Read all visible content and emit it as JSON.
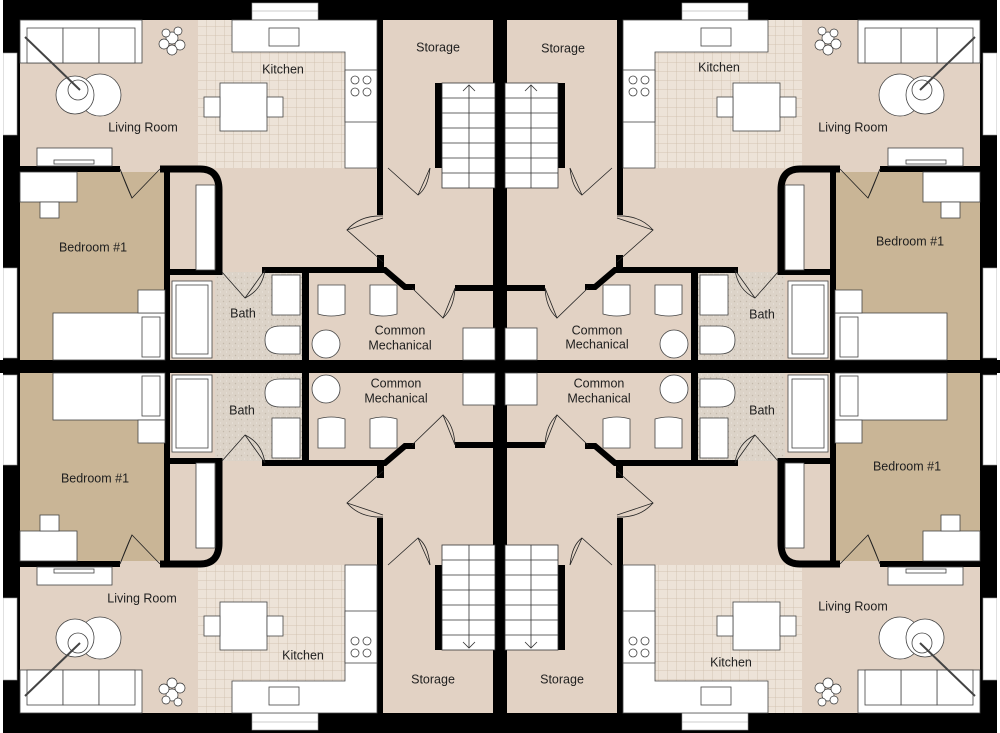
{
  "title": "Four-unit floor plan",
  "units": [
    {
      "storage": "Storage",
      "kitchen": "Kitchen",
      "living": "Living Room",
      "bedroom": "Bedroom #1",
      "bath": "Bath",
      "mechanical_1": "Common",
      "mechanical_2": "Mechanical"
    },
    {
      "storage": "Storage",
      "kitchen": "Kitchen",
      "living": "Living Room",
      "bedroom": "Bedroom #1",
      "bath": "Bath",
      "mechanical_1": "Common",
      "mechanical_2": "Mechanical"
    },
    {
      "storage": "Storage",
      "kitchen": "Kitchen",
      "living": "Living Room",
      "bedroom": "Bedroom #1",
      "bath": "Bath",
      "mechanical_1": "Common",
      "mechanical_2": "Mechanical"
    },
    {
      "storage": "Storage",
      "kitchen": "Kitchen",
      "living": "Living Room",
      "bedroom": "Bedroom #1",
      "bath": "Bath",
      "mechanical_1": "Common",
      "mechanical_2": "Mechanical"
    }
  ],
  "colors": {
    "floor": "#e2d2c4",
    "bedroom": "#c9b596",
    "wall": "#000000",
    "bath": "#d8cfc4"
  }
}
